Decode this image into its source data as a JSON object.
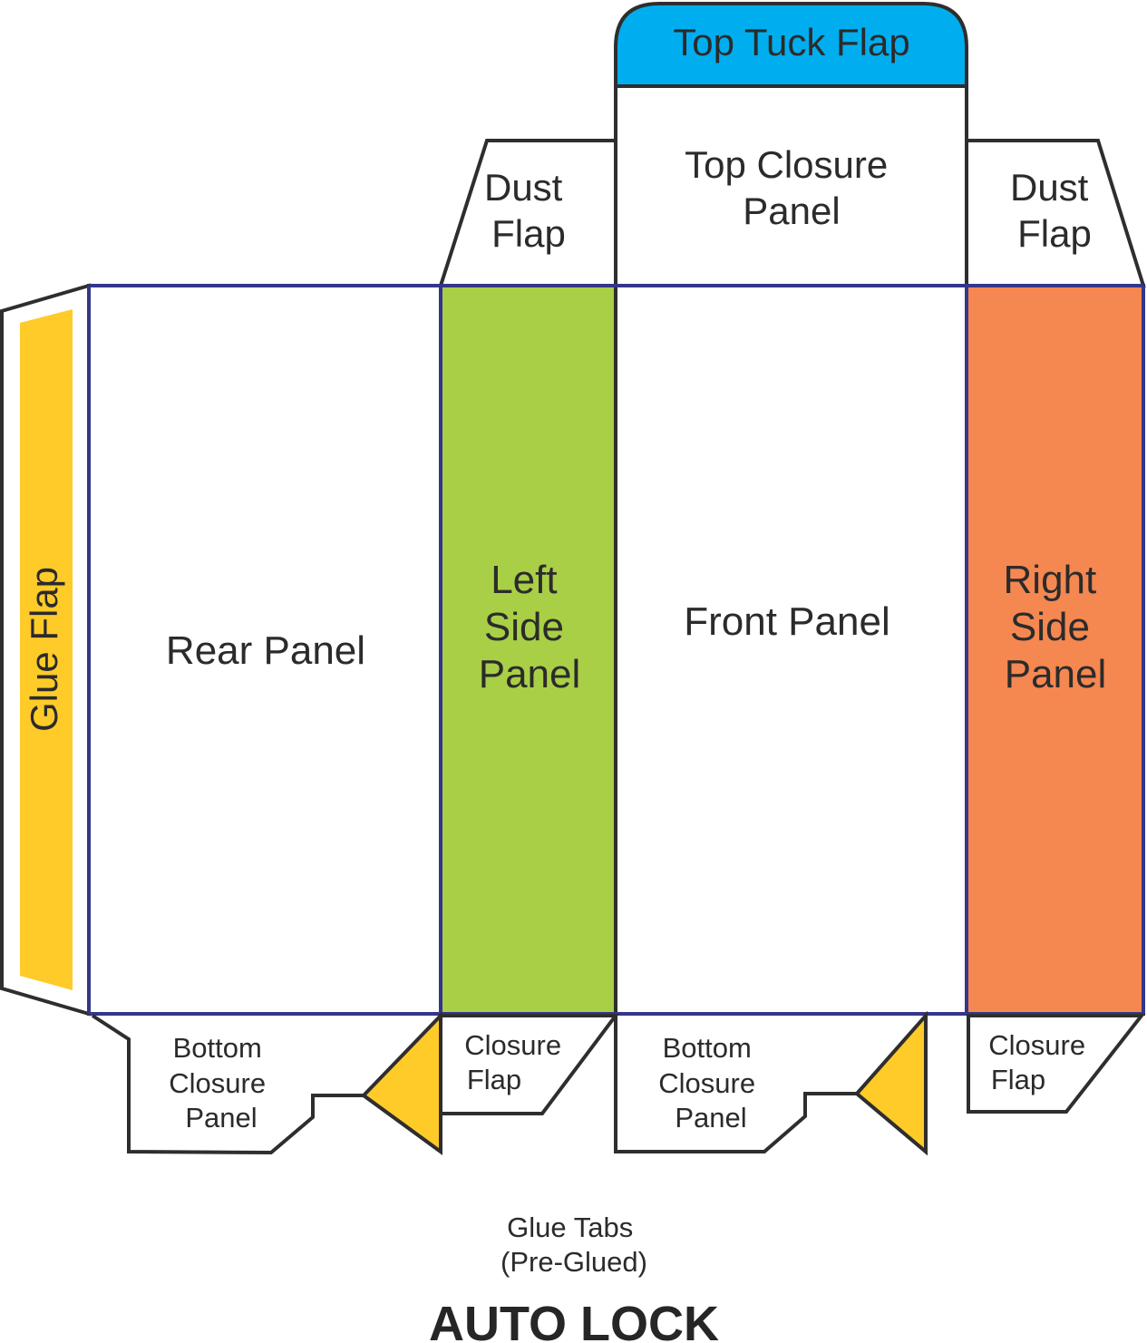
{
  "colors": {
    "top_tuck_flap": "#00AEEF",
    "left_side_panel": "#A9CF46",
    "right_side_panel": "#F58750",
    "glue_strip": "#FFCB29",
    "glue_tab": "#FFCB29",
    "outline": "#2E2E2E",
    "fold_line": "#34368A",
    "panel": "#FFFFFF"
  },
  "labels": {
    "top_tuck_flap": "Top Tuck Flap",
    "top_closure_panel": [
      "Top Closure",
      "Panel"
    ],
    "dust_flap_left": [
      "Dust",
      "Flap"
    ],
    "dust_flap_right": [
      "Dust",
      "Flap"
    ],
    "glue_flap": "Glue Flap",
    "rear_panel": "Rear Panel",
    "left_side_panel": [
      "Left",
      "Side",
      "Panel"
    ],
    "front_panel": "Front Panel",
    "right_side_panel": [
      "Right",
      "Side",
      "Panel"
    ],
    "bottom_closure_left": [
      "Bottom",
      "Closure",
      "Panel"
    ],
    "closure_flap_left": [
      "Closure",
      "Flap"
    ],
    "bottom_closure_right": [
      "Bottom",
      "Closure",
      "Panel"
    ],
    "closure_flap_right": [
      "Closure",
      "Flap"
    ],
    "glue_tabs_note": [
      "Glue Tabs",
      "(Pre-Glued)"
    ],
    "style_title": "AUTO LOCK"
  }
}
